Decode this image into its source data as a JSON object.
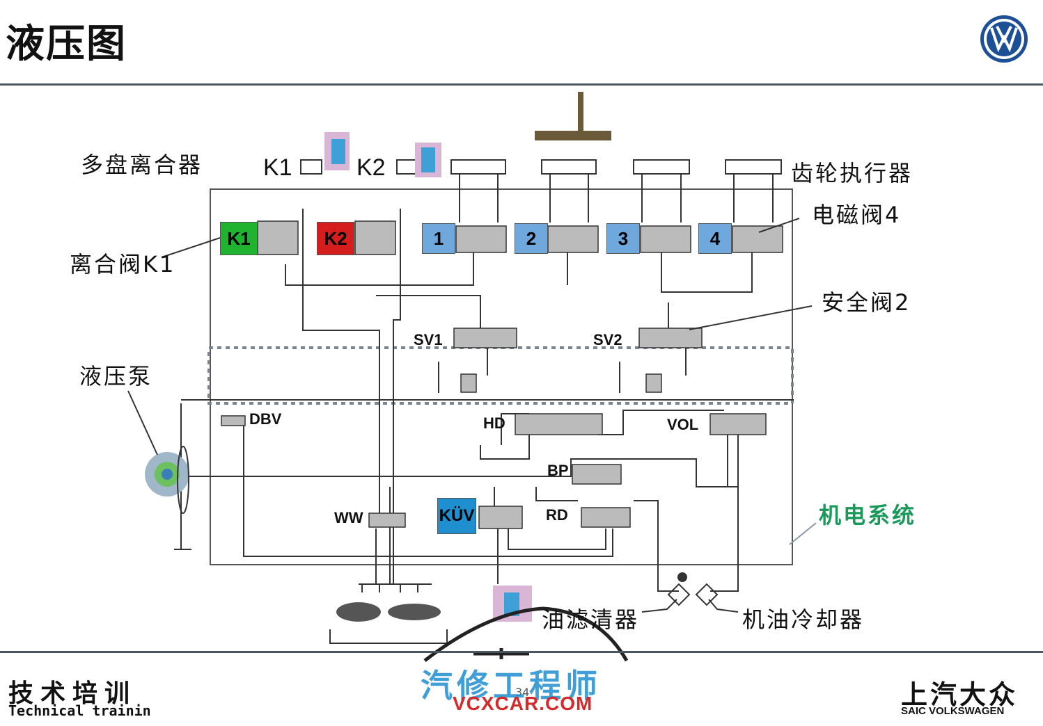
{
  "header": {
    "title": "液压图"
  },
  "labels": {
    "multi_disc_clutch": "多盘离合器",
    "gear_actuator": "齿轮执行器",
    "solenoid_valve_4": "电磁阀4",
    "clutch_valve_k1": "离合阀K1",
    "safety_valve_2": "安全阀2",
    "hydraulic_pump": "液压泵",
    "mechatronics": "机电系统",
    "oil_filter": "油滤清器",
    "oil_cooler": "机油冷却器",
    "clutch_k1": "K1",
    "clutch_k2": "K2"
  },
  "valves": {
    "k1": "K1",
    "k2": "K2",
    "v1": "1",
    "v2": "2",
    "v3": "3",
    "v4": "4",
    "kuv": "KÜV"
  },
  "tags": {
    "sv1": "SV1",
    "sv2": "SV2",
    "dbv": "DBV",
    "hd": "HD",
    "vol": "VOL",
    "bp": "BP",
    "rd": "RD",
    "ww": "WW"
  },
  "footer": {
    "training_cn": "技术培训",
    "training_en": "Technical training",
    "page_number": "34",
    "brand_cn": "上汽大众",
    "brand_en": "SAIC VOLKSWAGEN"
  },
  "watermark": {
    "site_cn": "汽修工程师",
    "site_url": "VCXCAR.COM"
  },
  "colors": {
    "k1_valve": "#1fb32f",
    "k2_valve": "#d61d1d",
    "gear_valves": "#6fa8dc",
    "kuv_valve": "#1f8fd0",
    "mechatronics_label": "#1a9a5a"
  }
}
